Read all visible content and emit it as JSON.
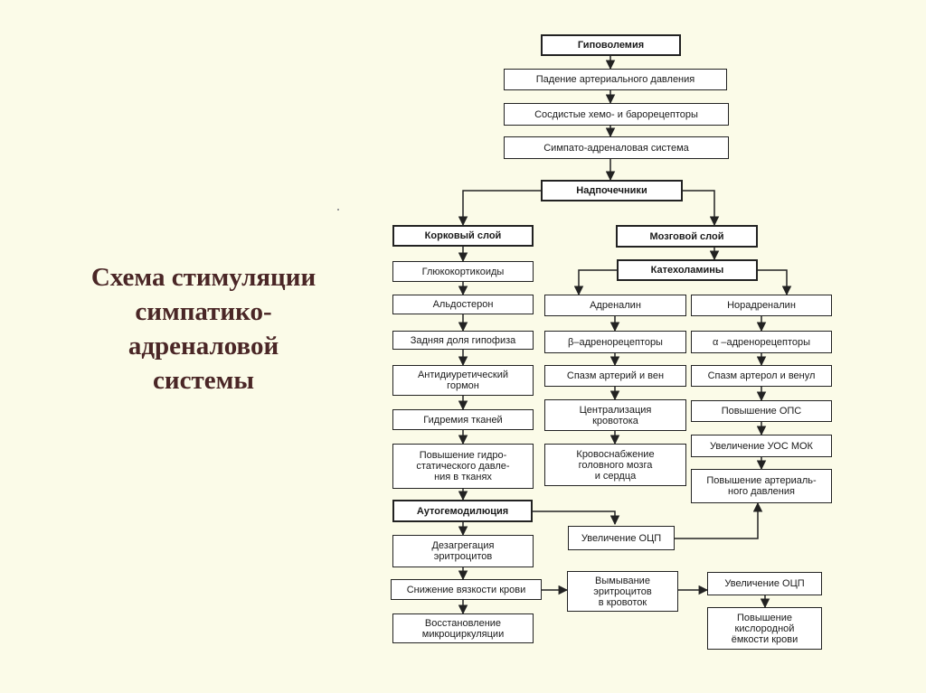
{
  "title": "Схема стимуляции\nсимпатико-\nадреналовой\nсистемы",
  "nodes": {
    "hypovolemia": "Гиповолемия",
    "pressure_drop": "Падение артериального давления",
    "receptors": "Сосдистые хемо- и барорецепторы",
    "sympatho": "Симпато-адреналовая система",
    "adrenal": "Надпочечники",
    "cortex": "Корковый слой",
    "medulla": "Мозговой слой",
    "glucocorticoids": "Глюкокортикоиды",
    "catecholamines": "Катехоламины",
    "aldosterone": "Альдостерон",
    "adrenaline": "Адреналин",
    "noradrenaline": "Норадреналин",
    "pituitary": "Задняя доля гипофиза",
    "beta": "β–адренорецепторы",
    "alpha": "α –адренорецепторы",
    "adh": "Антидиуретический\nгормон",
    "spasm_arteries": "Спазм артерий и вен",
    "spasm_arterioles": "Спазм артерол и венул",
    "centralization": "Централизация\nкровотока",
    "ops": "Повышение ОПС",
    "hydremia": "Гидремия тканей",
    "uos": "Увеличение УОС МОК",
    "blood_supply": "Кровоснабжение\nголовного мозга\nи сердца",
    "hydrostatic": "Повышение гидро-\nстатического давле-\nния в тканях",
    "bp_increase": "Повышение артериаль-\nного давления",
    "autohemodilution": "Аутогемодилюция",
    "ocp1": "Увеличение ОЦП",
    "disaggregation": "Дезагрегация\nэритроцитов",
    "viscosity": "Снижение вязкости крови",
    "washout": "Вымывание\nэритроцитов\nв кровоток",
    "ocp2": "Увеличение ОЦП",
    "microcirculation": "Восстановление\nмикроциркуляции",
    "oxygen": "Повышение\nкислородной\nёмкости крови"
  }
}
